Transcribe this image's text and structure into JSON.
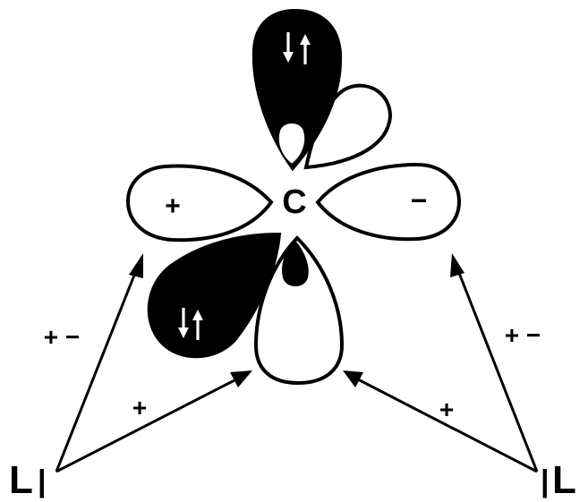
{
  "center_atom": "C",
  "orbital_signs": {
    "left_lobe": "+",
    "right_lobe": "−"
  },
  "ligands": {
    "left": {
      "symbol": "L",
      "lone_pair": "|"
    },
    "right": {
      "symbol": "L",
      "lone_pair": "|"
    }
  },
  "interaction_labels": {
    "left_pi": "+ −",
    "left_sigma": "+",
    "right_pi": "+ −",
    "right_sigma": "+"
  },
  "colors": {
    "filled_orbital": "#000000",
    "empty_orbital": "#ffffff",
    "ink": "#000000"
  }
}
